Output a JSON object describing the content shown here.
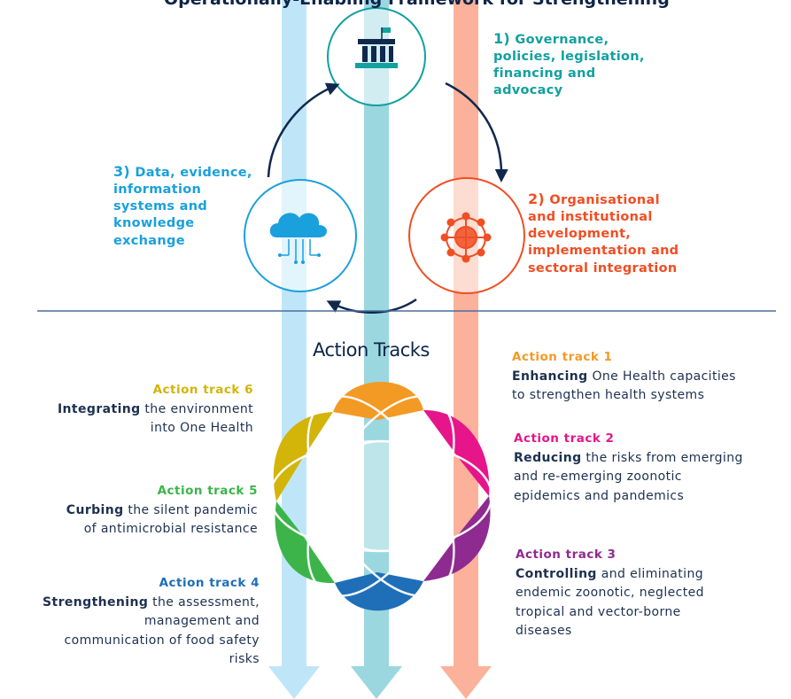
{
  "header": {
    "partial_title": "Operationally-Enabling Framework for Strengthening"
  },
  "pillars": [
    {
      "number": "1)",
      "lines": [
        "Governance,",
        "policies, legislation,",
        "financing  and",
        "advocacy"
      ],
      "color": "#12a0a0",
      "icon": "government-building-icon"
    },
    {
      "number": "2)",
      "lines": [
        "Organisational",
        "and institutional",
        "development,",
        "implementation and",
        "sectoral integration"
      ],
      "color": "#f04e23",
      "icon": "network-globe-icon"
    },
    {
      "number": "3)",
      "lines": [
        "Data, evidence,",
        "information",
        "systems and",
        "knowledge",
        "exchange"
      ],
      "color": "#1aa0dc",
      "icon": "cloud-data-icon"
    }
  ],
  "action_tracks_heading": "Action Tracks",
  "tracks": [
    {
      "title": "Action track 1",
      "bold": "Enhancing",
      "lines": [
        " One Health capacities",
        "to strengthen health systems"
      ],
      "color": "#f39a24"
    },
    {
      "title": "Action track 2",
      "bold": "Reducing",
      "lines": [
        " the risks from emerging",
        "and re-emerging zoonotic",
        "epidemics and pandemics"
      ],
      "color": "#e6158a"
    },
    {
      "title": "Action track 3",
      "bold": "Controlling",
      "lines": [
        " and eliminating",
        "endemic zoonotic, neglected",
        "tropical and vector-borne",
        "diseases"
      ],
      "color": "#8e2a90"
    },
    {
      "title": "Action track 4",
      "bold": "Strengthening",
      "lines": [
        " the assessment,",
        "management and",
        "communication of food safety",
        "risks"
      ],
      "color": "#1e6fb8"
    },
    {
      "title": "Action track 5",
      "bold": "Curbing",
      "lines": [
        " the silent pandemic",
        "of antimicrobial resistance"
      ],
      "color": "#3cb44a"
    },
    {
      "title": "Action track 6",
      "bold": "Integrating",
      "lines": [
        " the environment",
        "into One Health"
      ],
      "color": "#d3b408"
    }
  ],
  "colors": {
    "arrow_left": "#bfe6f8",
    "arrow_middle": "#9bd7df",
    "arrow_right": "#fbb19a",
    "cycle_arrow": "#10284d",
    "divider": "#4a6e9e"
  }
}
